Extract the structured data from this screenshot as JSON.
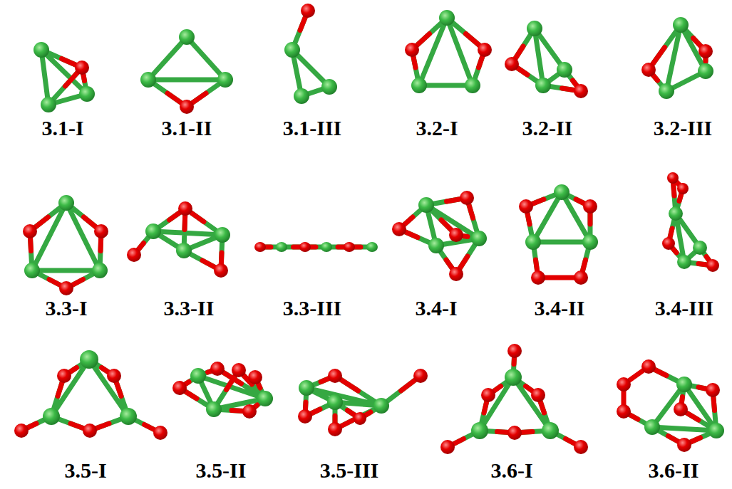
{
  "diagram": {
    "labels": [
      "3.1-I",
      "3.1-II",
      "3.1-III",
      "3.2-I",
      "3.2-II",
      "3.2-III",
      "3.3-I",
      "3.3-II",
      "3.3-III",
      "3.4-I",
      "3.4-II",
      "3.4-III",
      "3.5-I",
      "3.5-II",
      "3.5-III",
      "3.6-I",
      "3.6-II"
    ]
  }
}
